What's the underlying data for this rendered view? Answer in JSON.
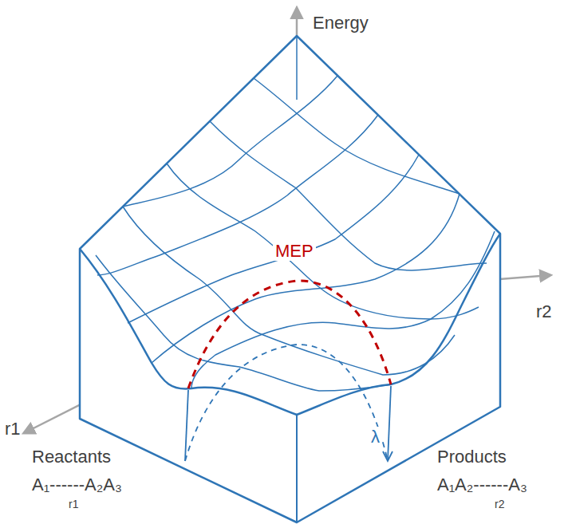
{
  "diagram": {
    "labels": [
      "Energy",
      "MEP",
      "r1",
      "r2",
      "λ",
      "Reactants",
      "A₁------A₂A₃",
      "r1",
      "Products",
      "A₁A₂------A₃",
      "r2"
    ]
  }
}
